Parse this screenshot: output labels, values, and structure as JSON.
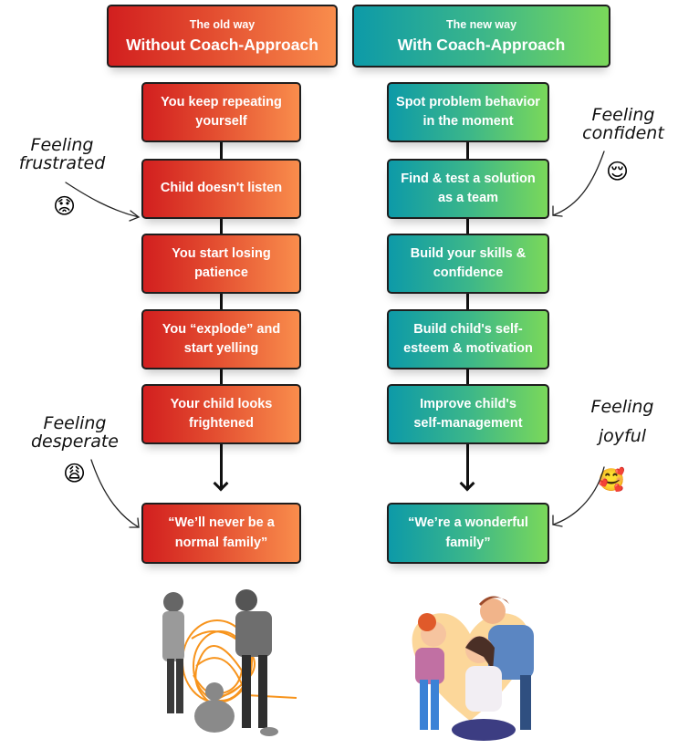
{
  "left_column": {
    "header": {
      "subtitle": "The old way",
      "title": "Without Coach-Approach"
    },
    "steps": [
      {
        "line1": "You keep repeating",
        "line2": "yourself"
      },
      {
        "line1": "Child doesn't listen",
        "line2": ""
      },
      {
        "line1": "You start losing",
        "line2": "patience"
      },
      {
        "line1": "You “explode” and",
        "line2": "start yelling"
      },
      {
        "line1": "Your child looks",
        "line2": "frightened"
      }
    ],
    "outcome": {
      "line1": "“We’ll never be a",
      "line2": "normal family”"
    },
    "gradient_colors": [
      "#d21f1f",
      "#f98d4c"
    ],
    "illustration": "stressed-family-illustration"
  },
  "right_column": {
    "header": {
      "subtitle": "The new way",
      "title": "With Coach-Approach"
    },
    "steps": [
      {
        "line1": "Spot problem behavior",
        "line2": "in the moment"
      },
      {
        "line1": "Find & test a solution",
        "line2": "as a team"
      },
      {
        "line1": "Build your skills &",
        "line2": "confidence"
      },
      {
        "line1": "Build child's self-",
        "line2": "esteem & motivation"
      },
      {
        "line1": "Improve child's",
        "line2": "self-management"
      }
    ],
    "outcome": {
      "line1": "“We’re a wonderful",
      "line2": "family”"
    },
    "gradient_colors": [
      "#0d9aa8",
      "#7ad85a"
    ],
    "illustration": "happy-family-illustration"
  },
  "annotations": [
    {
      "line1": "Feeling",
      "line2": "frustrated",
      "emoji": "😟",
      "icon": "worried-face-icon"
    },
    {
      "line1": "Feeling",
      "line2": "confident",
      "emoji": "😌",
      "icon": "relieved-face-icon"
    },
    {
      "line1": "Feeling",
      "line2": "desperate",
      "emoji": "😩",
      "icon": "weary-face-icon"
    },
    {
      "line1": "Feeling",
      "line2": "joyful",
      "emoji": "🥰",
      "icon": "smiling-face-with-hearts-icon"
    }
  ]
}
